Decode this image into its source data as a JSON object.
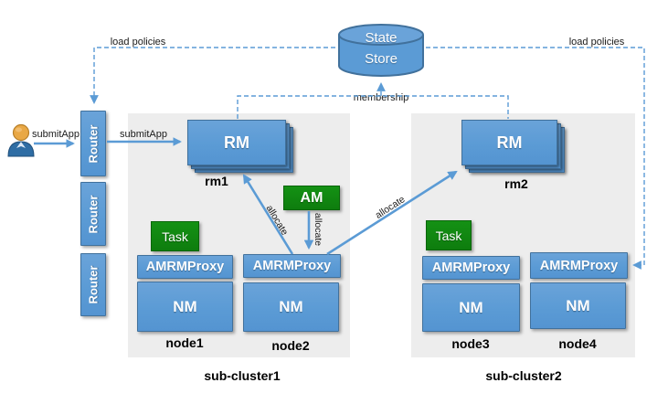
{
  "labels": {
    "load_policies_left": "load policies",
    "load_policies_right": "load policies",
    "membership": "membership",
    "submit_app_user": "submitApp",
    "submit_app_router": "submitApp",
    "allocate_proxy_rm1": "allocate",
    "allocate_am_proxy": "allocate",
    "allocate_proxy_rm2": "allocate"
  },
  "state_store": {
    "line1": "State",
    "line2": "Store"
  },
  "routers": [
    {
      "label": "Router"
    },
    {
      "label": "Router"
    },
    {
      "label": "Router"
    }
  ],
  "subcluster1": {
    "name": "sub-cluster1",
    "rm": {
      "label": "RM",
      "name": "rm1"
    },
    "am": "AM",
    "task": "Task",
    "nodes": [
      {
        "name": "node1",
        "proxy": "AMRMProxy",
        "nm": "NM"
      },
      {
        "name": "node2",
        "proxy": "AMRMProxy",
        "nm": "NM"
      }
    ]
  },
  "subcluster2": {
    "name": "sub-cluster2",
    "rm": {
      "label": "RM",
      "name": "rm2"
    },
    "task": "Task",
    "nodes": [
      {
        "name": "node3",
        "proxy": "AMRMProxy",
        "nm": "NM"
      },
      {
        "name": "node4",
        "proxy": "AMRMProxy",
        "nm": "NM"
      }
    ]
  },
  "colors": {
    "box_blue": "#5b9bd5",
    "box_border": "#41719c",
    "green": "#0e7d0e",
    "panel_gray": "#ededed",
    "line_blue": "#5b9bd5",
    "user_head": "#e9a845"
  }
}
